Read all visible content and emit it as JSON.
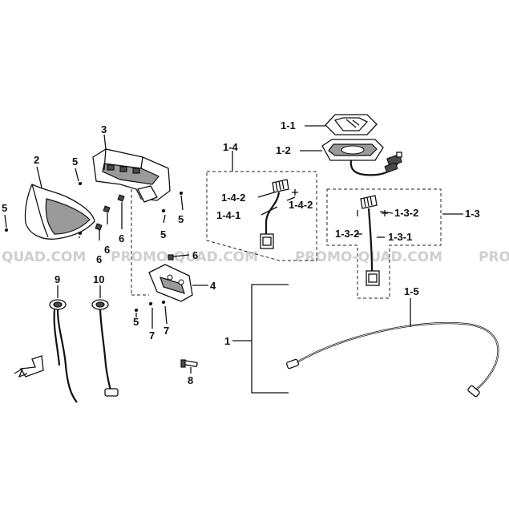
{
  "watermark": {
    "left": "QUAD.COM",
    "middle": "PROMO-QUAD.COM",
    "right": "PROMO-QUAD.COM",
    "edge": "PRO"
  },
  "labels": {
    "l1": "1",
    "l1_1": "1-1",
    "l1_2": "1-2",
    "l1_3": "1-3",
    "l1_3_1": "1-3-1",
    "l1_3_2a": "1-3-2",
    "l1_3_2b": "1-3-2",
    "l1_4": "1-4",
    "l1_4_1": "1-4-1",
    "l1_4_2a": "1-4-2",
    "l1_4_2b": "1-4-2",
    "l1_5": "1-5",
    "l2": "2",
    "l3": "3",
    "l4": "4",
    "l5a": "5",
    "l5b": "5",
    "l5c": "5",
    "l5d": "5",
    "l5e": "5",
    "l6a": "6",
    "l6b": "6",
    "l6c": "6",
    "l6d": "6",
    "l7a": "7",
    "l7b": "7",
    "l8": "8",
    "l9": "9",
    "l10": "10"
  },
  "parts": {
    "p1": "wiring-assembly",
    "p1_1": "meter-lens",
    "p1_2": "meter-housing",
    "p1_3": "connector-harness-a",
    "p1_4": "connector-harness-b",
    "p1_5": "speedometer-cable",
    "p2": "front-cowl",
    "p3": "headlight-bracket",
    "p4": "meter-mount-bracket",
    "p8": "pin",
    "p9": "switch-9",
    "p10": "switch-10"
  }
}
